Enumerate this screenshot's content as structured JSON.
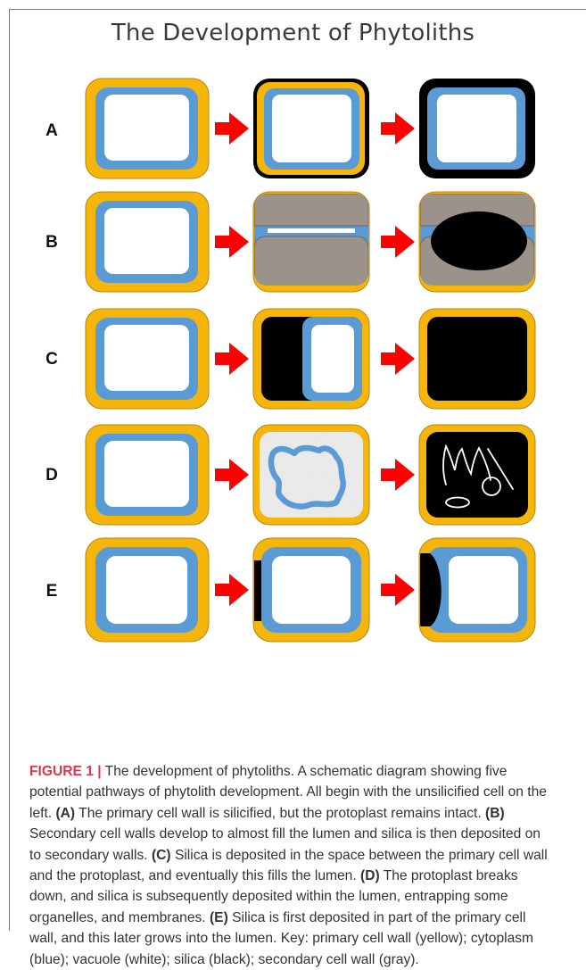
{
  "title": "The Development of Phytoliths",
  "rows": [
    {
      "label": "A"
    },
    {
      "label": "B"
    },
    {
      "label": "C"
    },
    {
      "label": "D"
    },
    {
      "label": "E"
    }
  ],
  "colors": {
    "primary_cell_wall": "#F5B50A",
    "cytoplasm": "#5B9BD5",
    "vacuole": "#FFFFFF",
    "silica": "#000000",
    "secondary_cell_wall": "#9B9289",
    "arrow": "#FF0000"
  },
  "caption": {
    "figure_label": "FIGURE 1 |",
    "intro": " The development of phytoliths. A schematic diagram showing five potential pathways of phytolith development. All begin with the unsilicified cell on the left. ",
    "a_label": "(A)",
    "a_text": " The primary cell wall is silicified, but the protoplast remains intact. ",
    "b_label": "(B)",
    "b_text": " Secondary cell walls develop to almost fill the lumen and silica is then deposited on to secondary walls. ",
    "c_label": "(C)",
    "c_text": " Silica is deposited in the space between the primary cell wall and the protoplast, and eventually this fills the lumen. ",
    "d_label": "(D)",
    "d_text": " The protoplast breaks down, and silica is subsequently deposited within the lumen, entrapping some organelles, and membranes. ",
    "e_label": "(E)",
    "e_text": " Silica is first deposited in part of the primary cell wall, and this later grows into the lumen. Key: primary cell wall (yellow); cytoplasm (blue); vacuole (white); silica (black); secondary cell wall (gray)."
  }
}
